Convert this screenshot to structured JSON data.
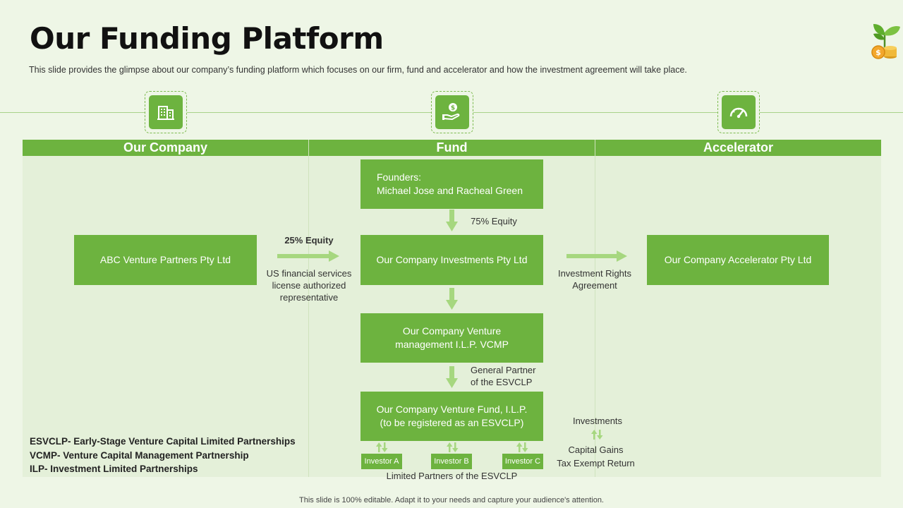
{
  "slide": {
    "title": "Our Funding Platform",
    "subtitle": "This slide provides the glimpse about our company’s funding platform which focuses on our firm, fund and accelerator and how the investment agreement will take place.",
    "footer": "This slide is 100% editable. Adapt it to your needs and capture your audience's attention."
  },
  "columns": [
    {
      "title": "Our Company",
      "icon": "building-icon"
    },
    {
      "title": "Fund",
      "icon": "hand-money-icon"
    },
    {
      "title": "Accelerator",
      "icon": "speedometer-icon"
    }
  ],
  "boxes": {
    "founders_line1": "Founders:",
    "founders_line2": "Michael Jose and Racheal Green",
    "abc": "ABC Venture Partners Pty Ltd",
    "investments": "Our Company Investments Pty Ltd",
    "accelerator": "Our Company Accelerator Pty Ltd",
    "vcmp_line1": "Our Company Venture",
    "vcmp_line2": "management I.L.P. VCMP",
    "fund_line1": "Our Company Venture Fund, I.L.P.",
    "fund_line2": "(to be registered as an ESVCLP)"
  },
  "labels": {
    "equity75": "75% Equity",
    "equity25": "25% Equity",
    "us_line1": "US financial services",
    "us_line2": "license authorized",
    "us_line3": "representative",
    "ira_line1": "Investment Rights",
    "ira_line2": "Agreement",
    "gp_line1": "General Partner",
    "gp_line2": "of the ESVCLP",
    "investments": "Investments",
    "capital_gains": "Capital Gains",
    "tax_exempt": "Tax Exempt Return",
    "limited_partners": "Limited Partners of the ESVCLP"
  },
  "investors": [
    "Investor A",
    "Investor B",
    "Investor C"
  ],
  "legend": [
    "ESVCLP- Early-Stage Venture Capital Limited Partnerships",
    "VCMP- Venture Capital Management Partnership",
    "ILP- Investment Limited Partnerships"
  ],
  "colors": {
    "accent": "#6db33f",
    "arrow": "#a6d77f",
    "background": "#eef6e6"
  }
}
